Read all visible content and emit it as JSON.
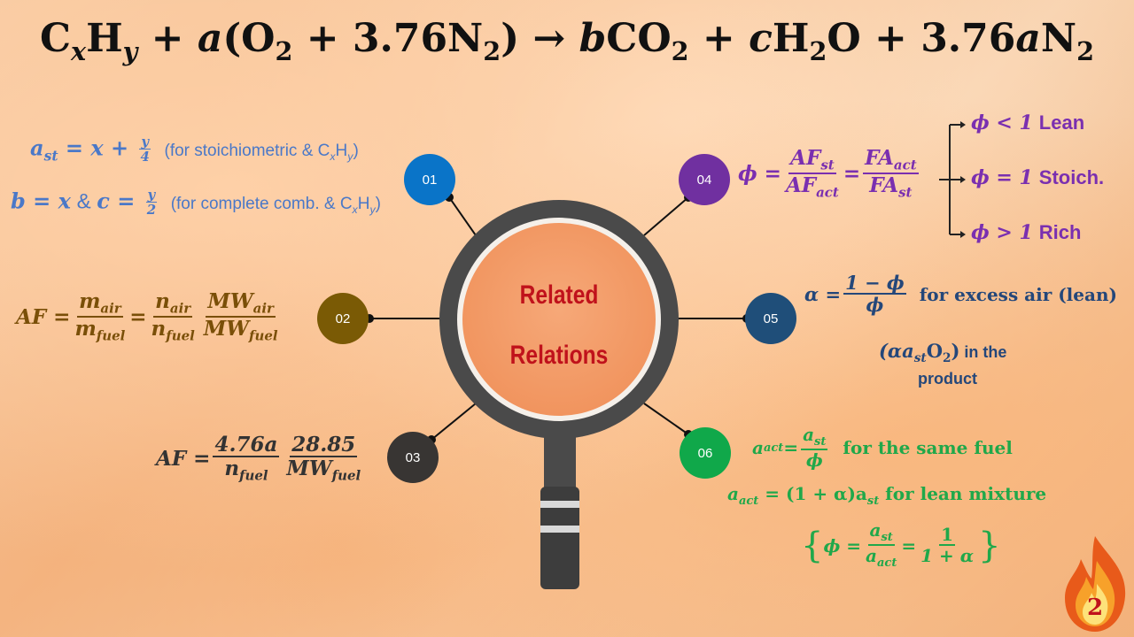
{
  "title": {
    "c": "C",
    "x": "x",
    "h": "H",
    "y": "y",
    "plus1": " + ",
    "a": "a",
    "lp": "(",
    "o2": "O",
    "two": "2",
    "plus2": " + 3.76N",
    "two2": "2",
    "rp": ")",
    "arrow": " → ",
    "b": "b",
    "co": "CO",
    "two3": "2",
    "plus3": " + ",
    "c2": "c",
    "h2o": "H",
    "two4": "2",
    "o": "O + 3.76",
    "a2": "a",
    "n": "N",
    "two5": "2"
  },
  "nodes": {
    "n01": "01",
    "n02": "02",
    "n03": "03",
    "n04": "04",
    "n05": "05",
    "n06": "06"
  },
  "colors": {
    "n01": "#0a74c8",
    "n02": "#7a5a05",
    "n03": "#383533",
    "n04": "#7030a0",
    "n05": "#1f4e79",
    "n06": "#10a84a"
  },
  "center": {
    "line1": "Related",
    "line2": "Relations"
  },
  "eq01": {
    "l1_lhs": "a",
    "l1_sub": "st",
    "l1_mid": " = x + ",
    "l1_num": "y",
    "l1_den": "4",
    "l1_note": "(for stoichiometric & C",
    "l1_note_x": "x",
    "l1_note_h": "H",
    "l1_note_y": "y",
    "l1_note_end": ")",
    "l2_lhs": "b = x",
    "l2_amp": " & ",
    "l2_c": "c = ",
    "l2_num": "y",
    "l2_den": "2",
    "l2_note": "(for complete comb. & C",
    "l2_note_x": "x",
    "l2_note_h": "H",
    "l2_note_y": "y",
    "l2_note_end": ")"
  },
  "eq02": {
    "lhs": "AF = ",
    "m": "m",
    "air": "air",
    "fuel": "fuel",
    "eq": " = ",
    "n": "n",
    "mw": "MW"
  },
  "eq03": {
    "lhs": "AF = ",
    "num1": "4.76a",
    "n": "n",
    "fuel": "fuel",
    "num2": "28.85",
    "mw": "MW",
    "fuel2": "fuel"
  },
  "eq04": {
    "phi": "ϕ = ",
    "af": "AF",
    "st": "st",
    "act": "act",
    "eq": " = ",
    "fa": "FA",
    "lean_phi": "ϕ < 1",
    "lean_label": "Lean",
    "stoich_phi": "ϕ = 1",
    "stoich_label": "Stoich.",
    "rich_phi": "ϕ > 1",
    "rich_label": "Rich"
  },
  "eq05": {
    "alpha": "α = ",
    "num": "1 − ϕ",
    "den": "ϕ",
    "note": "for excess air (lean)",
    "l2a": "(αa",
    "l2sub": "st",
    "l2o": "O",
    "l2two": "2",
    "l2c": ")",
    "l2note": " in the",
    "l3": "product"
  },
  "eq06": {
    "l1_a": "a",
    "l1_act": "act",
    "l1_eq": " = ",
    "l1_num_a": "a",
    "l1_num_st": "st",
    "l1_den": "ϕ",
    "l1_note": "for the same fuel",
    "l2_a": "a",
    "l2_act": "act",
    "l2_mid": " = (1 + α)a",
    "l2_st": "st",
    "l2_note": " for lean mixture",
    "l3_open": "{",
    "l3_phi": "ϕ = ",
    "l3_num_a": "a",
    "l3_num_st": "st",
    "l3_den_a": "a",
    "l3_den_act": "act",
    "l3_eq": " = ",
    "l3_num2": "1",
    "l3_den2": "1 + α",
    "l3_close": "}"
  },
  "page_number": "2"
}
